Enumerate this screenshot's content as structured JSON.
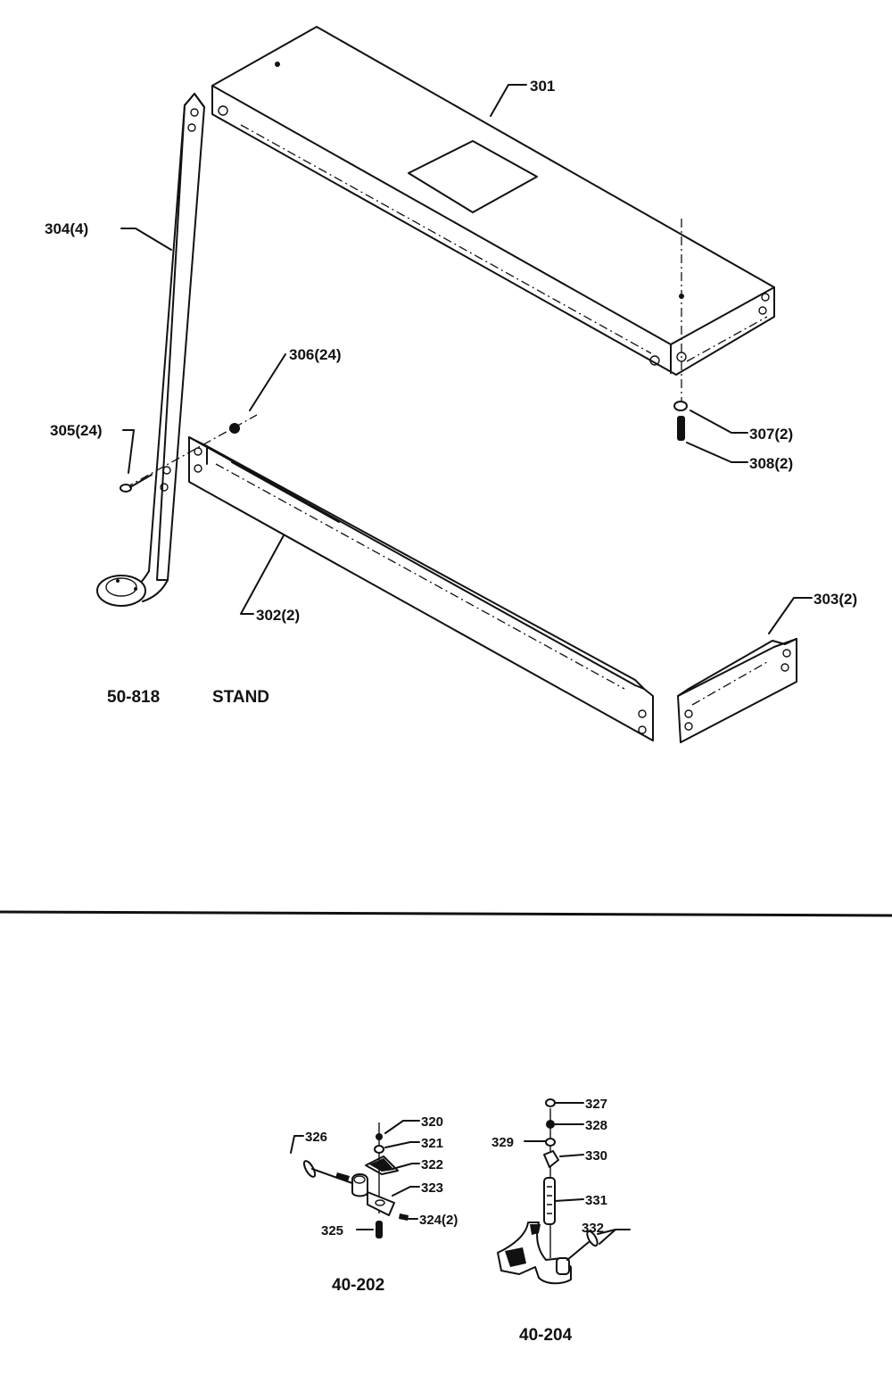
{
  "stand": {
    "caption_model": "50-818",
    "caption_name": "STAND",
    "callouts": {
      "p301": "301",
      "p302": "302(2)",
      "p303": "303(2)",
      "p304": "304(4)",
      "p305": "305(24)",
      "p306": "306(24)",
      "p307": "307(2)",
      "p308": "308(2)"
    }
  },
  "guide_40_202": {
    "caption": "40-202",
    "callouts": {
      "p320": "320",
      "p321": "321",
      "p322": "322",
      "p323": "323",
      "p324": "324(2)",
      "p325": "325",
      "p326": "326"
    }
  },
  "guide_40_204": {
    "caption": "40-204",
    "callouts": {
      "p327": "327",
      "p328": "328",
      "p329": "329",
      "p330": "330",
      "p331": "331",
      "p332": "332"
    }
  }
}
